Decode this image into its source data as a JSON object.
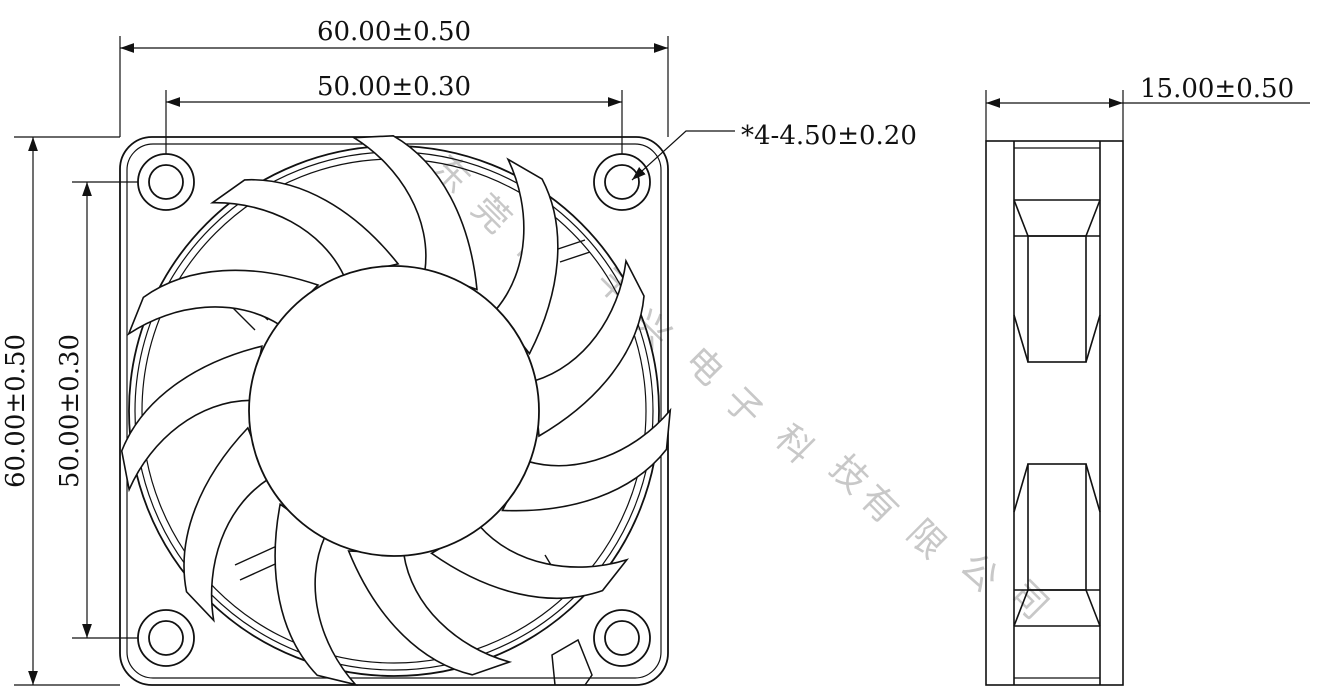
{
  "colors": {
    "line": "#111111",
    "watermark": "#c8c8c8"
  },
  "front_view": {
    "dim_overall_width": "60.00±0.50",
    "dim_hole_width": "50.00±0.30",
    "dim_overall_height": "60.00±0.50",
    "dim_hole_height": "50.00±0.30",
    "dim_hole_diameter": "*4-4.50±0.20"
  },
  "side_view": {
    "dim_thickness": "15.00±0.50"
  },
  "watermark": {
    "chars": [
      "东",
      "莞",
      "市",
      "丰",
      "兴",
      "电",
      "子",
      "科",
      "技",
      "有",
      "限",
      "公",
      "司"
    ]
  }
}
